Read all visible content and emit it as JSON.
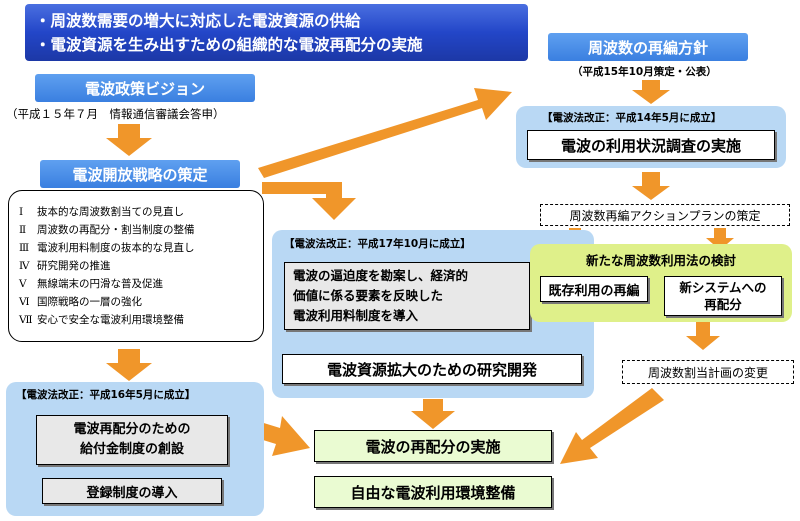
{
  "banner": {
    "line1": "・周波数需要の増大に対応した電波資源の供給",
    "line2": "・電波資源を生み出すための組織的な電波再配分の実施"
  },
  "left": {
    "vision_title": "電波政策ビジョン",
    "vision_note": "（平成１５年７月　情報通信審議会答申）",
    "strategy_title": "電波開放戦略の策定",
    "strategy_items": [
      {
        "num": "Ⅰ",
        "text": "抜本的な周波数割当ての見直し"
      },
      {
        "num": "Ⅱ",
        "text": "周波数の再配分・割当制度の整備"
      },
      {
        "num": "Ⅲ",
        "text": "電波利用料制度の抜本的な見直し"
      },
      {
        "num": "Ⅳ",
        "text": "研究開発の推進"
      },
      {
        "num": "Ⅴ",
        "text": "無線端末の円滑な普及促進"
      },
      {
        "num": "Ⅵ",
        "text": "国際戦略の一層の強化"
      },
      {
        "num": "Ⅶ",
        "text": "安心で安全な電波利用環境整備"
      }
    ],
    "h16_label": "【電波法改正：平成16年5月に成立】",
    "h16_box1_line1": "電波再配分のための",
    "h16_box1_line2": "給付金制度の創設",
    "h16_box2": "登録制度の導入"
  },
  "middle": {
    "h17_label": "【電波法改正：平成17年10月に成立】",
    "fee_line1": "電波の逼迫度を勘案し、経済的",
    "fee_line2": "価値に係る要素を反映した",
    "fee_line3": "電波利用料制度を導入",
    "research": "電波資源拡大のための研究開発",
    "redistribution": "電波の再配分の実施",
    "free_env": "自由な電波利用環境整備"
  },
  "right": {
    "policy_title": "周波数の再編方針",
    "policy_note": "（平成15年10月策定・公表）",
    "h14_label": "【電波法改正：平成14年5月に成立】",
    "survey": "電波の利用状況調査の実施",
    "action_plan": "周波数再編アクションプランの策定",
    "new_method": "新たな周波数利用法の検討",
    "existing": "既存利用の再編",
    "newsys_line1": "新システムへの",
    "newsys_line2": "再配分",
    "allocation_change": "周波数割当計画の変更"
  },
  "colors": {
    "arrow": "#f0962a",
    "banner": "#2346c8",
    "tag_blue": "#3a7fe0",
    "panel_blue": "#b9d8f4",
    "panel_green": "#dff08a"
  }
}
